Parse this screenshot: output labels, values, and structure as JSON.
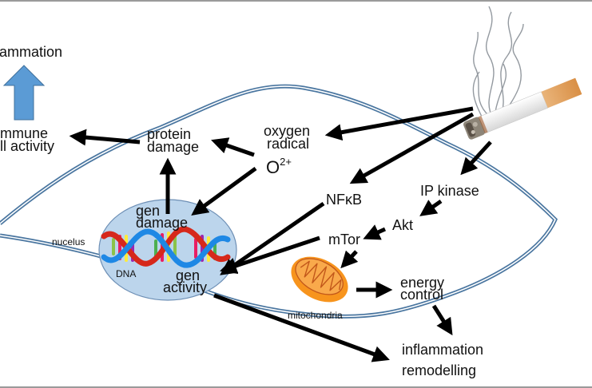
{
  "diagram": {
    "title": "Smoking effects on cell signaling",
    "colors": {
      "membrane": "#4a76a0",
      "nucleus_fill": "#bcd5ec",
      "nucleus_stroke": "#6d8fb5",
      "up_arrow": "#5b9bd5",
      "up_arrow_stroke": "#41719c",
      "arrow": "#000000",
      "mito_fill": "#f7941d",
      "mito_inner": "#c2571a"
    },
    "labels": {
      "inflammation_top": "ammation",
      "immune_line1": "mmune",
      "immune_line2": "ll activity",
      "protein_line1": "protein",
      "protein_line2": "damage",
      "oxygen_line1": "oxygen",
      "oxygen_line2": "radical",
      "o2_base": "O",
      "o2_sup": "2+",
      "gen_damage_line1": "gen",
      "gen_damage_line2": "damage",
      "nucleus": "nucelus",
      "dna": "DNA",
      "gen_activity_line1": "gen",
      "gen_activity_line2": "activity",
      "nfkb": "NFκB",
      "ip_kinase": "IP kinase",
      "akt": "Akt",
      "mtor": "mTor",
      "mitochondria": "mitochondria",
      "energy_line1": "energy",
      "energy_line2": "control",
      "inflam_remodel_line1": "inflammation",
      "inflam_remodel_line2": "remodelling"
    },
    "edges": [
      {
        "from": "cigarette",
        "to": "oxygen radical"
      },
      {
        "from": "cigarette",
        "to": "NFκB"
      },
      {
        "from": "cigarette",
        "to": "IP kinase"
      },
      {
        "from": "O2+",
        "to": "protein damage"
      },
      {
        "from": "O2+",
        "to": "gen damage"
      },
      {
        "from": "gen damage",
        "to": "protein damage"
      },
      {
        "from": "protein damage",
        "to": "immune cell activity"
      },
      {
        "from": "immune cell activity",
        "to": "inflammation"
      },
      {
        "from": "NFκB",
        "to": "gen activity"
      },
      {
        "from": "mTor",
        "to": "gen activity"
      },
      {
        "from": "IP kinase",
        "to": "Akt"
      },
      {
        "from": "Akt",
        "to": "mTor"
      },
      {
        "from": "mTor",
        "to": "mitochondria"
      },
      {
        "from": "mitochondria",
        "to": "energy control"
      },
      {
        "from": "energy control",
        "to": "inflammation remodelling"
      },
      {
        "from": "gen activity",
        "to": "inflammation remodelling"
      }
    ]
  }
}
